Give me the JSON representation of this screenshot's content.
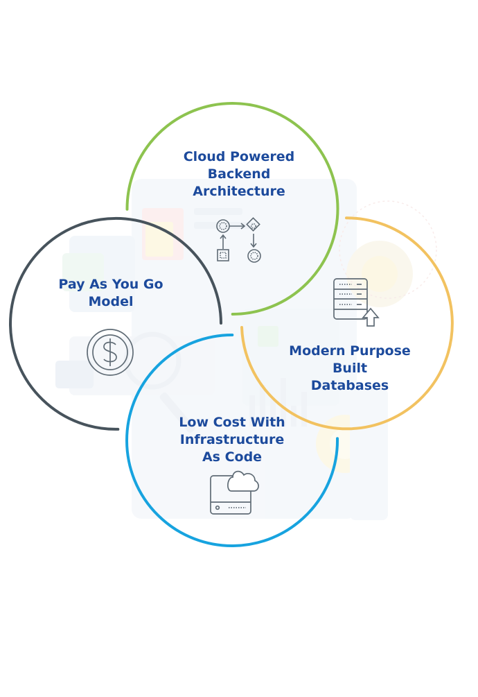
{
  "diagram": {
    "type": "overlapping-circles",
    "nodes": [
      {
        "id": "cloud",
        "lines": [
          "Cloud Powered",
          "Backend",
          "Architecture"
        ],
        "color": "#8dc34f",
        "icon": "workflow-icon"
      },
      {
        "id": "pay",
        "lines": [
          "Pay As You Go",
          "Model"
        ],
        "color": "#47535c",
        "icon": "dollar-coin-icon"
      },
      {
        "id": "modern",
        "lines": [
          "Modern Purpose",
          "Built",
          "Databases"
        ],
        "color": "#f2c260",
        "icon": "database-upload-icon"
      },
      {
        "id": "low",
        "lines": [
          "Low Cost With",
          "Infrastructure",
          "As Code"
        ],
        "color": "#17a3df",
        "icon": "cloud-server-icon"
      }
    ],
    "text_color": "#1c4a9c"
  }
}
